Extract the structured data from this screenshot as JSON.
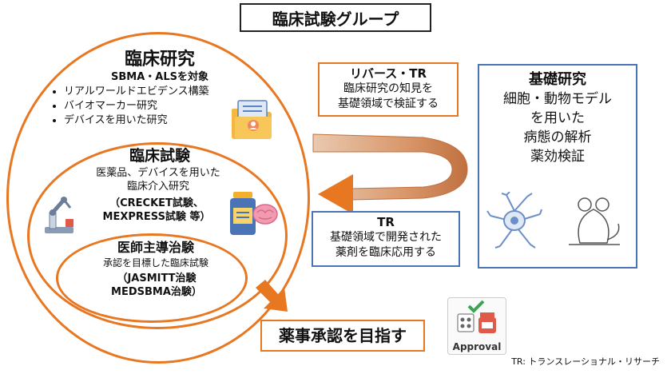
{
  "title": "臨床試験グループ",
  "clinical_research": {
    "heading": "臨床研究",
    "subheading": "SBMA・ALSを対象",
    "bullets": [
      "リアルワールドエビデンス構築",
      "バイオマーカー研究",
      "デバイスを用いた研究"
    ]
  },
  "clinical_trial": {
    "heading": "臨床試験",
    "lines": [
      "医薬品、デバイスを用いた",
      "臨床介入研究"
    ],
    "examples": [
      "（CRECKET試験、",
      "MEXPRESS試験 等）"
    ]
  },
  "investigator_trial": {
    "heading": "医師主導治験",
    "line": "承認を目標した臨床試験",
    "examples": [
      "（JASMITT治験",
      "MEDSBMA治験）"
    ]
  },
  "reverse_tr": {
    "heading": "リバース・TR",
    "lines": [
      "臨床研究の知見を",
      "基礎領域で検証する"
    ]
  },
  "tr": {
    "heading": "TR",
    "lines": [
      "基礎領域で開発された",
      "薬剤を臨床応用する"
    ]
  },
  "basic_research": {
    "heading": "基礎研究",
    "lines": [
      "細胞・動物モデル",
      "を用いた",
      "病態の解析",
      "薬効検証"
    ]
  },
  "approval_goal": "薬事承認を目指す",
  "approval_icon_label": "Approval",
  "footnote": "TR: トランスレーショナル・リサーチ",
  "colors": {
    "orange": "#e87722",
    "blue": "#4a74b5"
  }
}
